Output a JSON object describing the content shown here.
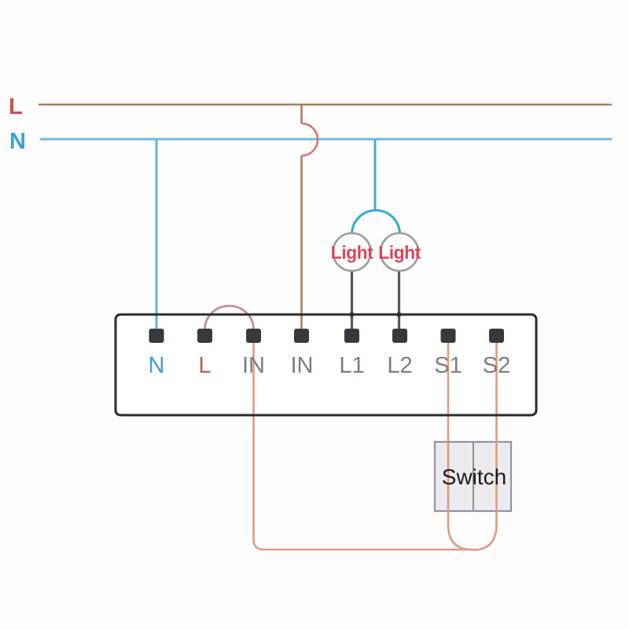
{
  "supply": {
    "live_label": "L",
    "neutral_label": "N"
  },
  "lights": {
    "left_label": "Light",
    "right_label": "Light"
  },
  "relay": {
    "terminals": [
      {
        "label": "N",
        "color": "#3f9ed3"
      },
      {
        "label": "L",
        "color": "#b4604f"
      },
      {
        "label": "IN",
        "color": "#7b7d80"
      },
      {
        "label": "IN",
        "color": "#7b7d80"
      },
      {
        "label": "L1",
        "color": "#7b7d80"
      },
      {
        "label": "L2",
        "color": "#7b7d80"
      },
      {
        "label": "S1",
        "color": "#7b7d80"
      },
      {
        "label": "S2",
        "color": "#7b7d80"
      }
    ]
  },
  "wall_switch": {
    "label": "Switch"
  },
  "colors": {
    "live_wire": "#a97f55",
    "neutral_wire": "#73b8de",
    "live_label": "#c3564b",
    "neutral_label": "#3f9ed7",
    "neutral_drop": "#5fb0da",
    "lights_feed": "#4aa9cf",
    "lights_arc": "#35a9cd",
    "crossover_hop": "#cc7767",
    "live_jumper": "#c9818e",
    "switched_wire": "#e09a82",
    "lamp_wire": "#555a64",
    "lamp_text": "#d9475a",
    "lamp_outline": "#9b9b9b",
    "relay_border": "#2a2b2d",
    "relay_fill": "#ffffff",
    "terminal_fill": "#38393b",
    "junction_dot": "#2a2b2d",
    "switch_fill": "#ebebee",
    "switch_border": "#8f93a2",
    "switch_divider": "#75777f",
    "switch_text": "#1b1b1b"
  }
}
